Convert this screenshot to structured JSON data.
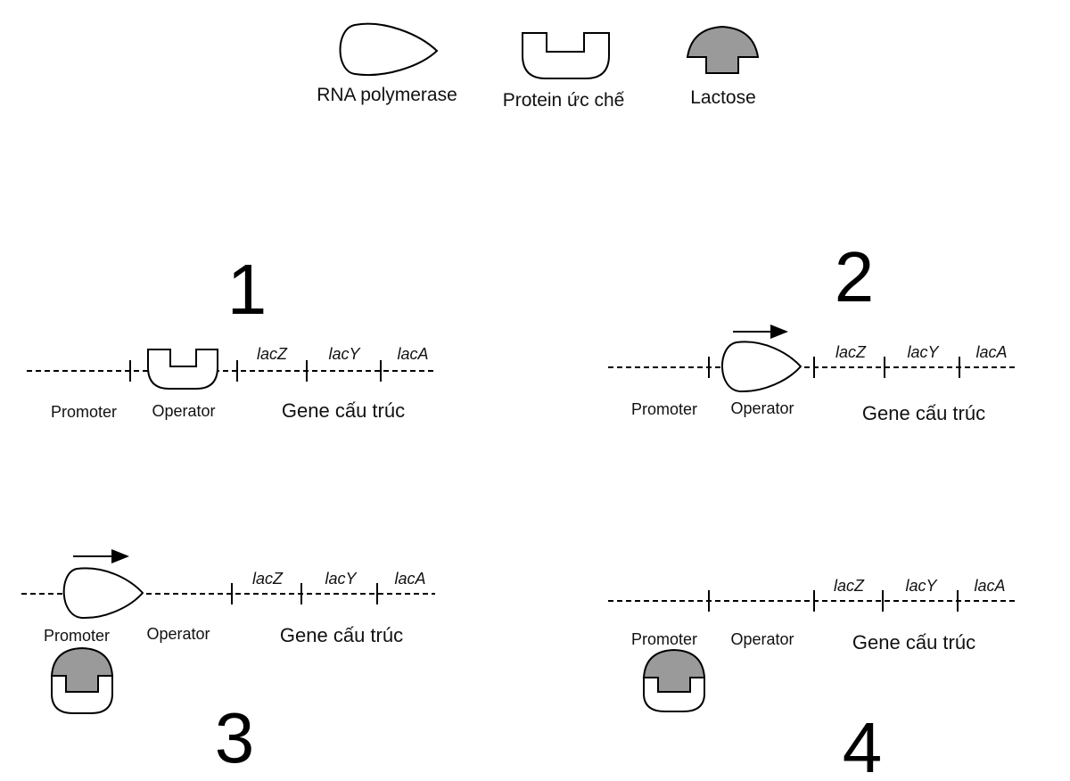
{
  "legend": {
    "rna_polymerase": "RNA polymerase",
    "repressor": "Protein ức chế",
    "lactose": "Lactose"
  },
  "panels": [
    {
      "number": "1",
      "promoter": "Promoter",
      "operator": "Operator",
      "structural": "Gene cấu trúc",
      "genes": [
        "lacZ",
        "lacY",
        "lacA"
      ]
    },
    {
      "number": "2",
      "promoter": "Promoter",
      "operator": "Operator",
      "structural": "Gene cấu trúc",
      "genes": [
        "lacZ",
        "lacY",
        "lacA"
      ]
    },
    {
      "number": "3",
      "promoter": "Promoter",
      "operator": "Operator",
      "structural": "Gene cấu trúc",
      "genes": [
        "lacZ",
        "lacY",
        "lacA"
      ]
    },
    {
      "number": "4",
      "promoter": "Promoter",
      "operator": "Operator",
      "structural": "Gene cấu trúc",
      "genes": [
        "lacZ",
        "lacY",
        "lacA"
      ]
    }
  ],
  "colors": {
    "lactose_fill": "#9a9a9a",
    "line": "#000000"
  },
  "icons": [
    "rna-polymerase-icon",
    "repressor-protein-icon",
    "lactose-icon",
    "transcription-arrow-icon"
  ]
}
